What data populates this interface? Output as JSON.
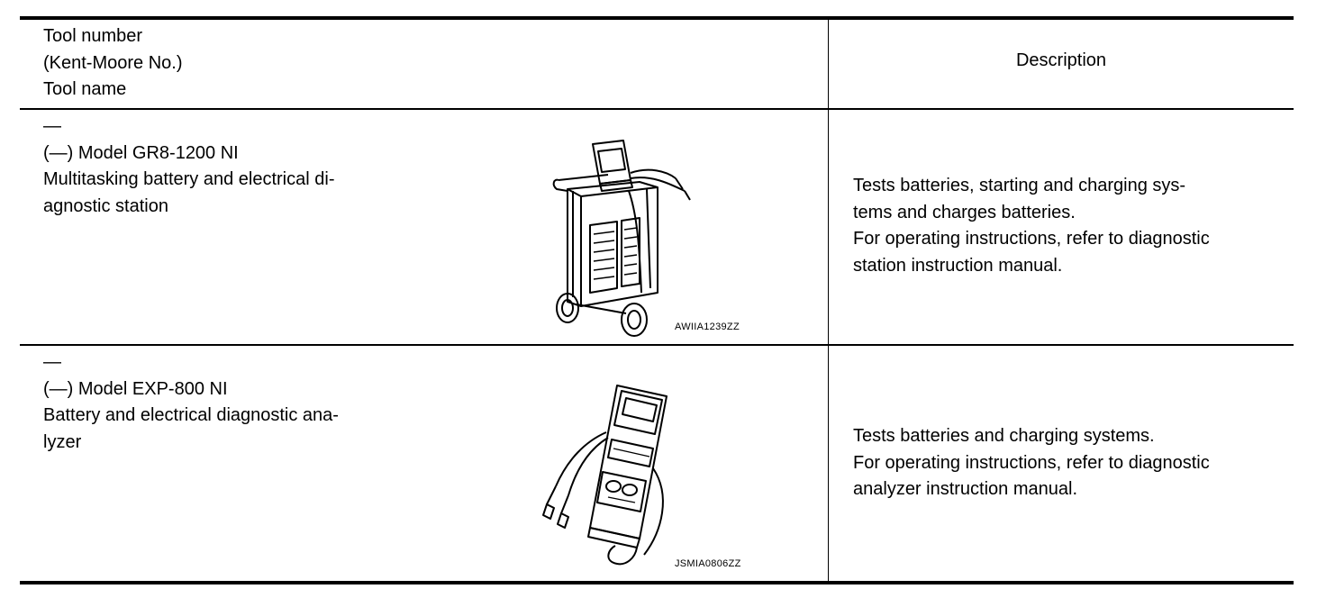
{
  "header": {
    "tool_line1": "Tool number",
    "tool_line2": "(Kent-Moore No.)",
    "tool_line3": "Tool name",
    "description": "Description"
  },
  "rows": [
    {
      "tool_number": "—",
      "kent_moore": "(—) Model GR8-1200 NI",
      "name_line1": "Multitasking battery and electrical di-",
      "name_line2": "agnostic station",
      "figure_code": "AWIIA1239ZZ",
      "figure_icon": "battery-diagnostic-station-cart-illustration",
      "desc_line1": "Tests batteries, starting and charging sys-",
      "desc_line2": "tems and charges batteries.",
      "desc_line3": "For operating instructions, refer to diagnostic",
      "desc_line4": "station instruction manual."
    },
    {
      "tool_number": "—",
      "kent_moore": "(—) Model EXP-800 NI",
      "name_line1": "Battery and electrical diagnostic ana-",
      "name_line2": "lyzer",
      "figure_code": "JSMIA0806ZZ",
      "figure_icon": "handheld-battery-analyzer-illustration",
      "desc_line1": "Tests batteries and charging systems.",
      "desc_line2": "For operating instructions, refer to diagnostic",
      "desc_line3": "analyzer instruction manual."
    }
  ]
}
